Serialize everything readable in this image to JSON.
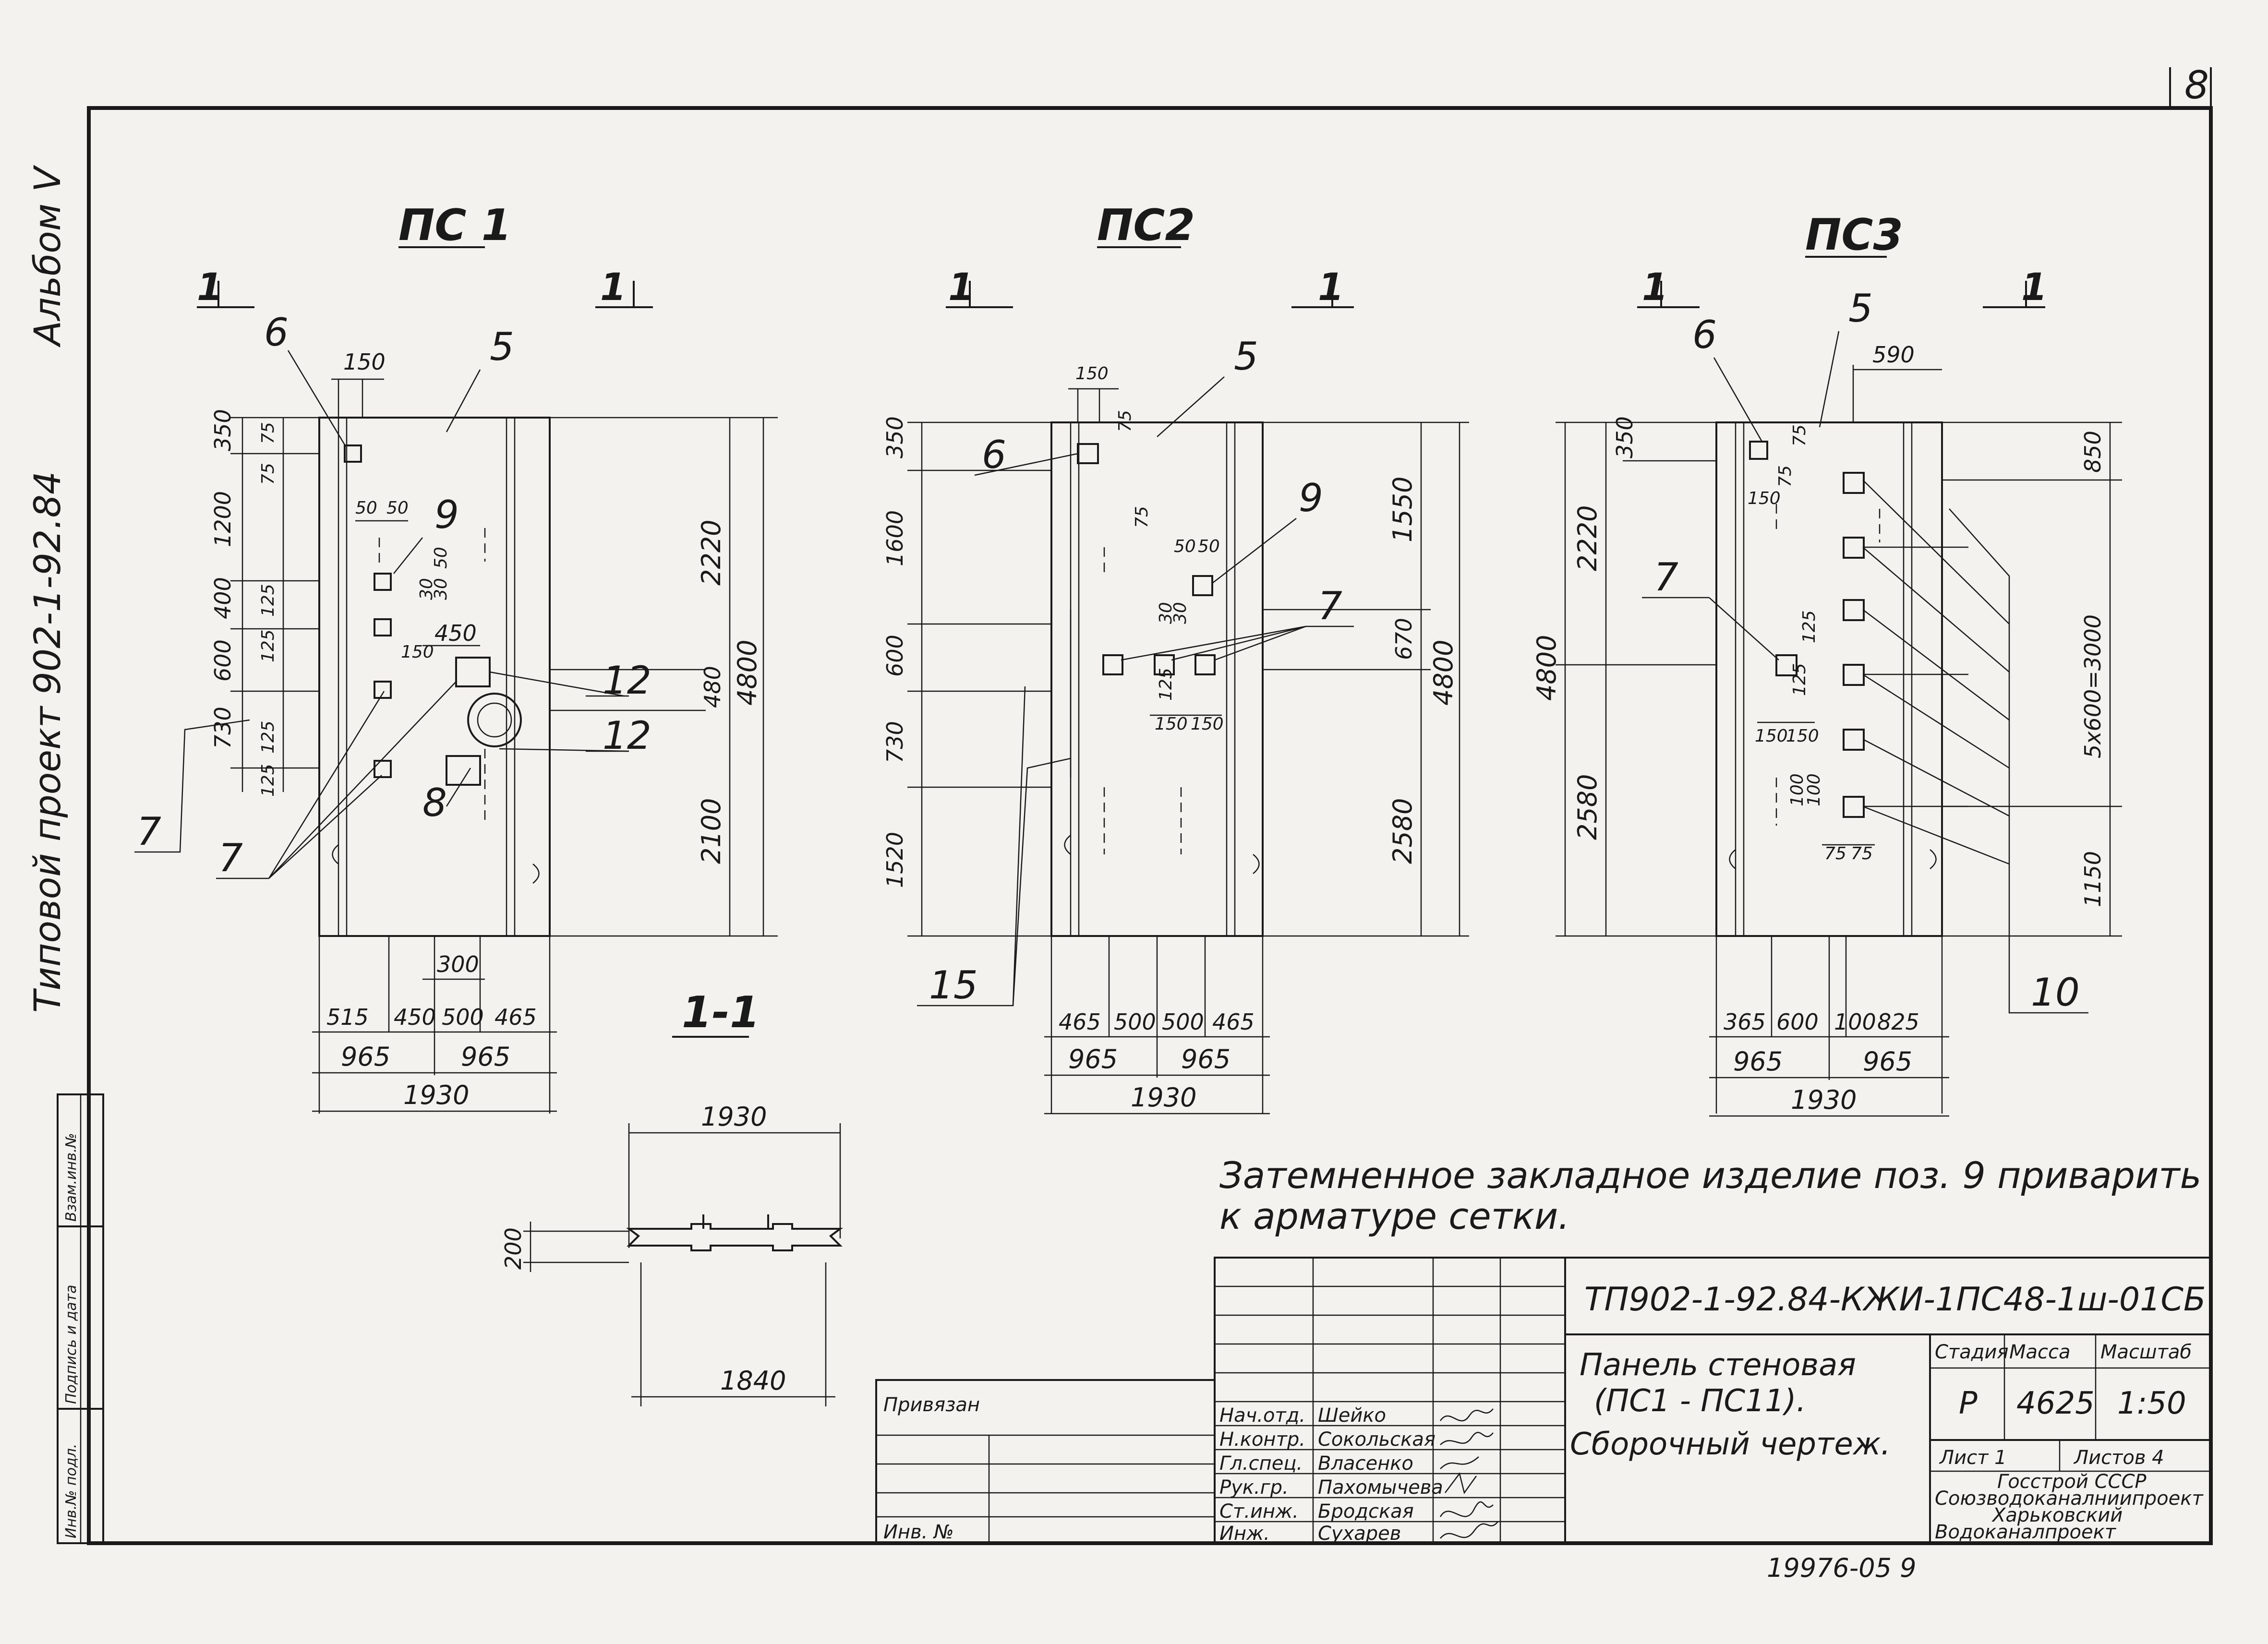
{
  "sheet_number": "8",
  "album": "Альбом V",
  "project": "Типовой проект 902-1-92.84",
  "left_strip": {
    "inv_orig": "Инв.№ подл.",
    "sign_date": "Подпись и дата",
    "replace_inv": "Взам.инв.№"
  },
  "views": {
    "pc1": {
      "title": "ПС 1",
      "section_mark": "1",
      "positions": {
        "p6": "6",
        "p5": "5",
        "p9": "9",
        "p12a": "12",
        "p12b": "12",
        "p8": "8",
        "p7a": "7",
        "p7b": "7"
      },
      "dims_left": [
        "350",
        "75",
        "75",
        "1200",
        "400",
        "125",
        "125",
        "600",
        "730",
        "125",
        "125"
      ],
      "dims_top": {
        "d150": "150",
        "d50a": "50",
        "d50b": "50",
        "d30a": "30",
        "d30b": "30",
        "d50c": "50",
        "d150b": "150",
        "d450": "450"
      },
      "dims_right": {
        "d2220": "2220",
        "d480": "480",
        "d4800": "4800",
        "d2100": "2100"
      },
      "dims_bottom": {
        "d300": "300",
        "d515": "515",
        "d450": "450",
        "d500": "500",
        "d465": "465",
        "d965a": "965",
        "d965b": "965",
        "d1930": "1930"
      }
    },
    "pc2": {
      "title": "ПС2",
      "section_mark": "1",
      "positions": {
        "p5": "5",
        "p6": "6",
        "p9": "9",
        "p7": "7",
        "p15": "15"
      },
      "dims_left": [
        "350",
        "1600",
        "600",
        "730",
        "1520"
      ],
      "dims_top": {
        "d150": "150",
        "d75a": "75",
        "d75b": "75",
        "d50a": "50",
        "d50b": "50",
        "d30a": "30",
        "d30b": "30",
        "d125": "125",
        "d150a": "150",
        "d150b": "150"
      },
      "dims_right": {
        "d1550": "1550",
        "d670": "670",
        "d4800": "4800",
        "d2580": "2580"
      },
      "dims_bottom": {
        "d465a": "465",
        "d500a": "500",
        "d500b": "500",
        "d465b": "465",
        "d965a": "965",
        "d965b": "965",
        "d1930": "1930"
      }
    },
    "pc3": {
      "title": "ПС3",
      "section_mark": "1",
      "positions": {
        "p6": "6",
        "p5": "5",
        "p7": "7",
        "p10": "10"
      },
      "dims_left": {
        "d350": "350",
        "d2220": "2220",
        "d4800": "4800",
        "d2580": "2580"
      },
      "dims_top": {
        "d590": "590",
        "d150": "150",
        "d75a": "75",
        "d75b": "75",
        "d125a": "125",
        "d125b": "125",
        "d150a": "150",
        "d150b": "150",
        "d100a": "100",
        "d100b": "100",
        "d75c": "75",
        "d75d": "75"
      },
      "dims_right": {
        "d850": "850",
        "d5x600": "5x600=3000",
        "d1150": "1150"
      },
      "dims_bottom": {
        "d365": "365",
        "d600": "600",
        "d100": "100",
        "d825": "825",
        "d965a": "965",
        "d965b": "965",
        "d1930": "1930"
      }
    }
  },
  "section_view": {
    "title": "1-1",
    "top": "1930",
    "bottom": "1840",
    "thickness": "200"
  },
  "note": {
    "line1": "Затемненное закладное изделие поз. 9 приварить",
    "line2": "к арматуре сетки."
  },
  "title_block": {
    "doc_code": "ТП902-1-92.84-КЖИ-1ПС48-1ш-01СБ",
    "name_l1": "Панель стеновая",
    "name_l2": "(ПС1 - ПС11).",
    "name_l3": "Сборочный чертеж.",
    "col_stage": "Стадия",
    "col_mass": "Масса",
    "col_scale": "Масштаб",
    "stage": "Р",
    "mass": "4625",
    "scale": "1:50",
    "sheet": "Лист 1",
    "sheets": "Листов 4",
    "org_l1": "Госстрой СССР",
    "org_l2": "Союзводоканалниипроект",
    "org_l3": "Харьковский",
    "org_l4": "Водоканалпроект",
    "bound": "Привязан",
    "inv_no": "Инв. №",
    "roles": [
      "Нач.отд.",
      "Н.контр.",
      "Гл.спец.",
      "Рук.гр.",
      "Ст.инж.",
      "Инж."
    ],
    "names": [
      "Шейко",
      "Сокольская",
      "Власенко",
      "Пахомычева",
      "Бродская",
      "Сухарев"
    ]
  },
  "footer_number": "19976-05 9"
}
